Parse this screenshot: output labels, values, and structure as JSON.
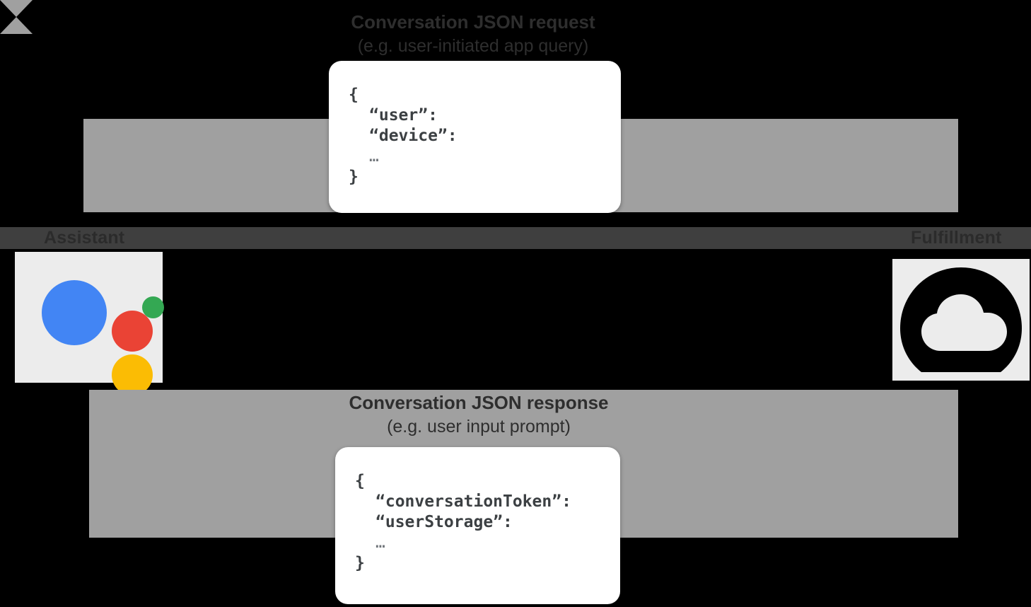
{
  "diagram": {
    "title": "Assistant conversation request/response flow",
    "colors": {
      "lane_band": "#3f3f3f",
      "arrow": "#a0a0a0",
      "card_background": "#ffffff",
      "code_text": "#3c4043",
      "assistant_blue": "#4285f4",
      "assistant_red": "#ea4335",
      "assistant_yellow": "#fbbc04",
      "assistant_green": "#34a853",
      "tile_background": "#ececec",
      "page_background": "#000000"
    }
  },
  "lanes": {
    "assistant_label": "Assistant",
    "fulfillment_label": "Fulfillment"
  },
  "flows": {
    "request": {
      "caption_title": "Conversation JSON request",
      "caption_subtitle": "(e.g. user-initiated app query)",
      "direction": "assistant-to-fulfillment"
    },
    "response": {
      "caption_title": "Conversation JSON response",
      "caption_subtitle": "(e.g. user input prompt)",
      "direction": "fulfillment-to-assistant"
    }
  },
  "json_request": {
    "open_brace": "{",
    "line_1": "“user”:",
    "line_2": "“device”:",
    "ellipsis": "…",
    "close_brace": "}"
  },
  "json_response": {
    "open_brace": "{",
    "line_1": "“conversationToken”:",
    "line_2": "“userStorage”:",
    "ellipsis": "…",
    "close_brace": "}"
  },
  "icons": {
    "assistant": "google-assistant-icon",
    "fulfillment": "cloud-functions-icon"
  }
}
